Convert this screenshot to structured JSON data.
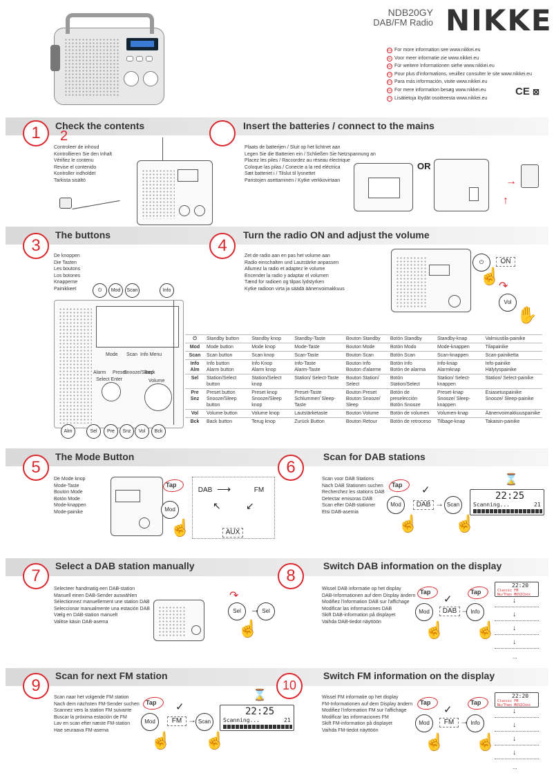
{
  "header": {
    "model": "NDB20GY",
    "subtitle": "DAB/FM Radio",
    "brand": "NIKKEI"
  },
  "info_lines": [
    {
      "flag": "EN",
      "text": "For more information see",
      "url": "www.nikkei.eu"
    },
    {
      "flag": "NL",
      "text": "Voor meer informatie zie",
      "url": "www.nikkei.eu"
    },
    {
      "flag": "DE",
      "text": "Für weitere Informationen siehe",
      "url": "www.nikkei.eu"
    },
    {
      "flag": "FR",
      "text": "Pour plus d'informations, veuillez consulter le site",
      "url": "www.nikkei.eu"
    },
    {
      "flag": "ES",
      "text": "Para más información, visite",
      "url": "www.nikkei.eu"
    },
    {
      "flag": "DK",
      "text": "For mere information besøg",
      "url": "www.nikkei.eu"
    },
    {
      "flag": "FI",
      "text": "Lisätietoja löydät osoitteesta",
      "url": "www.nikkei.eu"
    }
  ],
  "certification": "CE",
  "sections": {
    "s1": {
      "num": "1",
      "title": "Check the contents",
      "overlay_num": "2",
      "lines": [
        "Controleer de inhoud",
        "Kontrollieren Sie den Inhalt",
        "Vérifiez le contenu",
        "Revise el contenido",
        "Kontroller indholdet",
        "Tarkista sisältö"
      ]
    },
    "s2": {
      "title": "Insert the batteries / connect to the mains",
      "or_label": "OR",
      "lines": [
        "Plaats de batterijen / Sluit op het lichtnet aan",
        "Legen Sie die Batterien ein / Schließen Sie Netzspannung an",
        "Placez les piles / Raccordez au réseau électrique",
        "Coloque las pilas / Conecte a la red eléctrica",
        "Sæt batteriet i / Tilslut til lysnettet",
        "Paristojen asettaminen / Kytke verkkovirtaan"
      ]
    },
    "s3": {
      "num": "3",
      "title": "The buttons",
      "lines": [
        "De knoppen",
        "Die Tasten",
        "Les boutons",
        "Los botones",
        "Knapperne",
        "Painikkeet"
      ]
    },
    "s4": {
      "num": "4",
      "title": "Turn the radio ON and adjust the volume",
      "on_label": "ON",
      "vol_label": "Vol",
      "lines": [
        "Zet de radio aan en pas het volume aan",
        "Radio einschalten und Lautstärke anpassen",
        "Allumez la radio et adaptez le volume",
        "Encender la radio y adaptar el volumen",
        "Tænd for radioen og tilpas lydstyrken",
        "Kytke radioon virta ja säädä äänenvoimakkuus"
      ]
    },
    "s5": {
      "num": "5",
      "title": "The Mode Button",
      "tap": "Tap",
      "mod": "Mod",
      "dab": "DAB",
      "fm": "FM",
      "aux": "AUX",
      "lines": [
        "De Mode knop",
        "Mode-Taste",
        "Bouton Mode",
        "Botón Mode",
        "Mode-knappen",
        "Mode-painike"
      ]
    },
    "s6": {
      "num": "6",
      "title": "Scan for DAB stations",
      "tap": "Tap",
      "mod": "Mod",
      "dab": "DAB",
      "scan": "Scan",
      "display_time": "22:25",
      "display_text": "Scanning...",
      "display_count": "21",
      "lines": [
        "Scan voor DAB Stations",
        "Nach DAB Stationen suchen",
        "Recherchez les stations DAB",
        "Detectar emisoras DAB",
        "Scan efter DAB-stationer",
        "Etsi DAB-asemia"
      ]
    },
    "s7": {
      "num": "7",
      "title": "Select a DAB station manually",
      "sel": "Sel",
      "lines": [
        "Selecteer handmatig een DAB-station",
        "Manuell einen DAB-Sender auswählen",
        "Sélectionnez manuellement une station DAB",
        "Seleccionar manualmente una estación DAB",
        "Vælg en DAB-station manuelt",
        "Valitse käsin DAB-asema"
      ]
    },
    "s8": {
      "num": "8",
      "title": "Switch DAB information on the display",
      "tap": "Tap",
      "mod": "Mod",
      "dab": "DAB",
      "info": "Info",
      "display_time": "22:20",
      "display_l1": "Classic FM",
      "display_l2": "Nu/Then MUSICbox",
      "ellipsis": "...",
      "lines": [
        "Wissel DAB informatie op het display",
        "DAB-Informationen auf dem Display ändern",
        "Modifiez l'information DAB sur l'affichage",
        "Modificar las informaciones DAB",
        "Skift DAB-information på displayet",
        "Vaihda DAB-tiedot näyttöön"
      ]
    },
    "s9": {
      "num": "9",
      "title": "Scan for next FM station",
      "tap": "Tap",
      "mod": "Mod",
      "fm": "FM",
      "scan": "Scan",
      "display_time": "22:25",
      "display_text": "Scanning...",
      "display_count": "21",
      "lines": [
        "Scan naar het volgende FM station",
        "Nach dem nächsten FM-Sender suchen",
        "Scannez vers la station FM suivante",
        "Buscar la próxima estación de FM",
        "Lav en scan efter næste FM-station",
        "Hae seuraava FM-asema"
      ]
    },
    "s10": {
      "num": "10",
      "title": "Switch FM information on the display",
      "tap": "Tap",
      "mod": "Mod",
      "fm": "FM",
      "info": "Info",
      "display_time": "22:20",
      "display_l1": "Classic FM",
      "display_l2": "Nu/Then MUSICbox",
      "ellipsis": "...",
      "lines": [
        "Wissel FM informatie op het display",
        "FM-Informationen auf dem Display ändern",
        "Modifiez l'information FM sur l'affichage",
        "Modificar las informaciones FM",
        "Skift FM-information på displayet",
        "Vaihda FM-tiedot näyttöön"
      ]
    }
  },
  "button_callouts": {
    "top": [
      "Mod",
      "Scan",
      "Info"
    ],
    "bottom": [
      "Alm",
      "Sel",
      "Pre",
      "Snz",
      "Vol",
      "Bck"
    ],
    "panel_labels": [
      "Mode",
      "Scan",
      "Info Menu",
      "Alarm",
      "Preset",
      "Snooze/Sleep",
      "Back",
      "Select Enter",
      "Volume"
    ]
  },
  "button_table": [
    [
      "⏻",
      "Standby button",
      "Standby knop",
      "Standby-Taste",
      "Bouton Standby",
      "Botón Standby",
      "Standby-knap",
      "Valmiustila-painike"
    ],
    [
      "Mod",
      "Mode button",
      "Mode knop",
      "Mode-Taste",
      "Bouton Mode",
      "Botón Modo",
      "Mode-knappen",
      "Tilapainike"
    ],
    [
      "Scan",
      "Scan button",
      "Scan knop",
      "Scan-Taste",
      "Bouton Scan",
      "Botón Scan",
      "Scan-knappen",
      "Scan-painiketta"
    ],
    [
      "Info\nAlm",
      "Info button\nAlarm button",
      "Info Knop\nAlarm knop",
      "Info-Taste\nAlarm-Taste",
      "Bouton Info\nBouton d'alarme",
      "Botón Info\nBotón de alarma",
      "Info-knap\nAlarmknap",
      "Info-painike\nHälytyspainike"
    ],
    [
      "Sel",
      "Station/Select button",
      "Station/Select knop",
      "Station/ Select-Taste",
      "Bouton Station/ Select",
      "Botón Station/Select",
      "Station/ Select-knappen",
      "Station/ Select-painike"
    ],
    [
      "Pre\nSnz",
      "Preset button\nSnooze/Sleep button",
      "Preset knop\nSnooze/Sleep knop",
      "Preset-Taste\nSchlummer/ Sleep-Taste",
      "Bouton Preset\nBouton Snooze/ Sleep",
      "Botón de preselección\nBotón Snooze",
      "Preset-knap\nSnooze/ Sleep-knappen",
      "Esiasetuspainike\nSnooze/ Sleep-painike"
    ],
    [
      "Vol",
      "Volume button",
      "Volume knop",
      "Lautstärketaste",
      "Bouton Volume",
      "Botón de volumen",
      "Volumen-knap",
      "Äänenvoimakkuuspainike"
    ],
    [
      "Bck",
      "Back button",
      "Terug knop",
      "Zurück Button",
      "Bouton Retour",
      "Botón de retroceso",
      "Tilbage-knap",
      "Takaisin-painike"
    ]
  ]
}
